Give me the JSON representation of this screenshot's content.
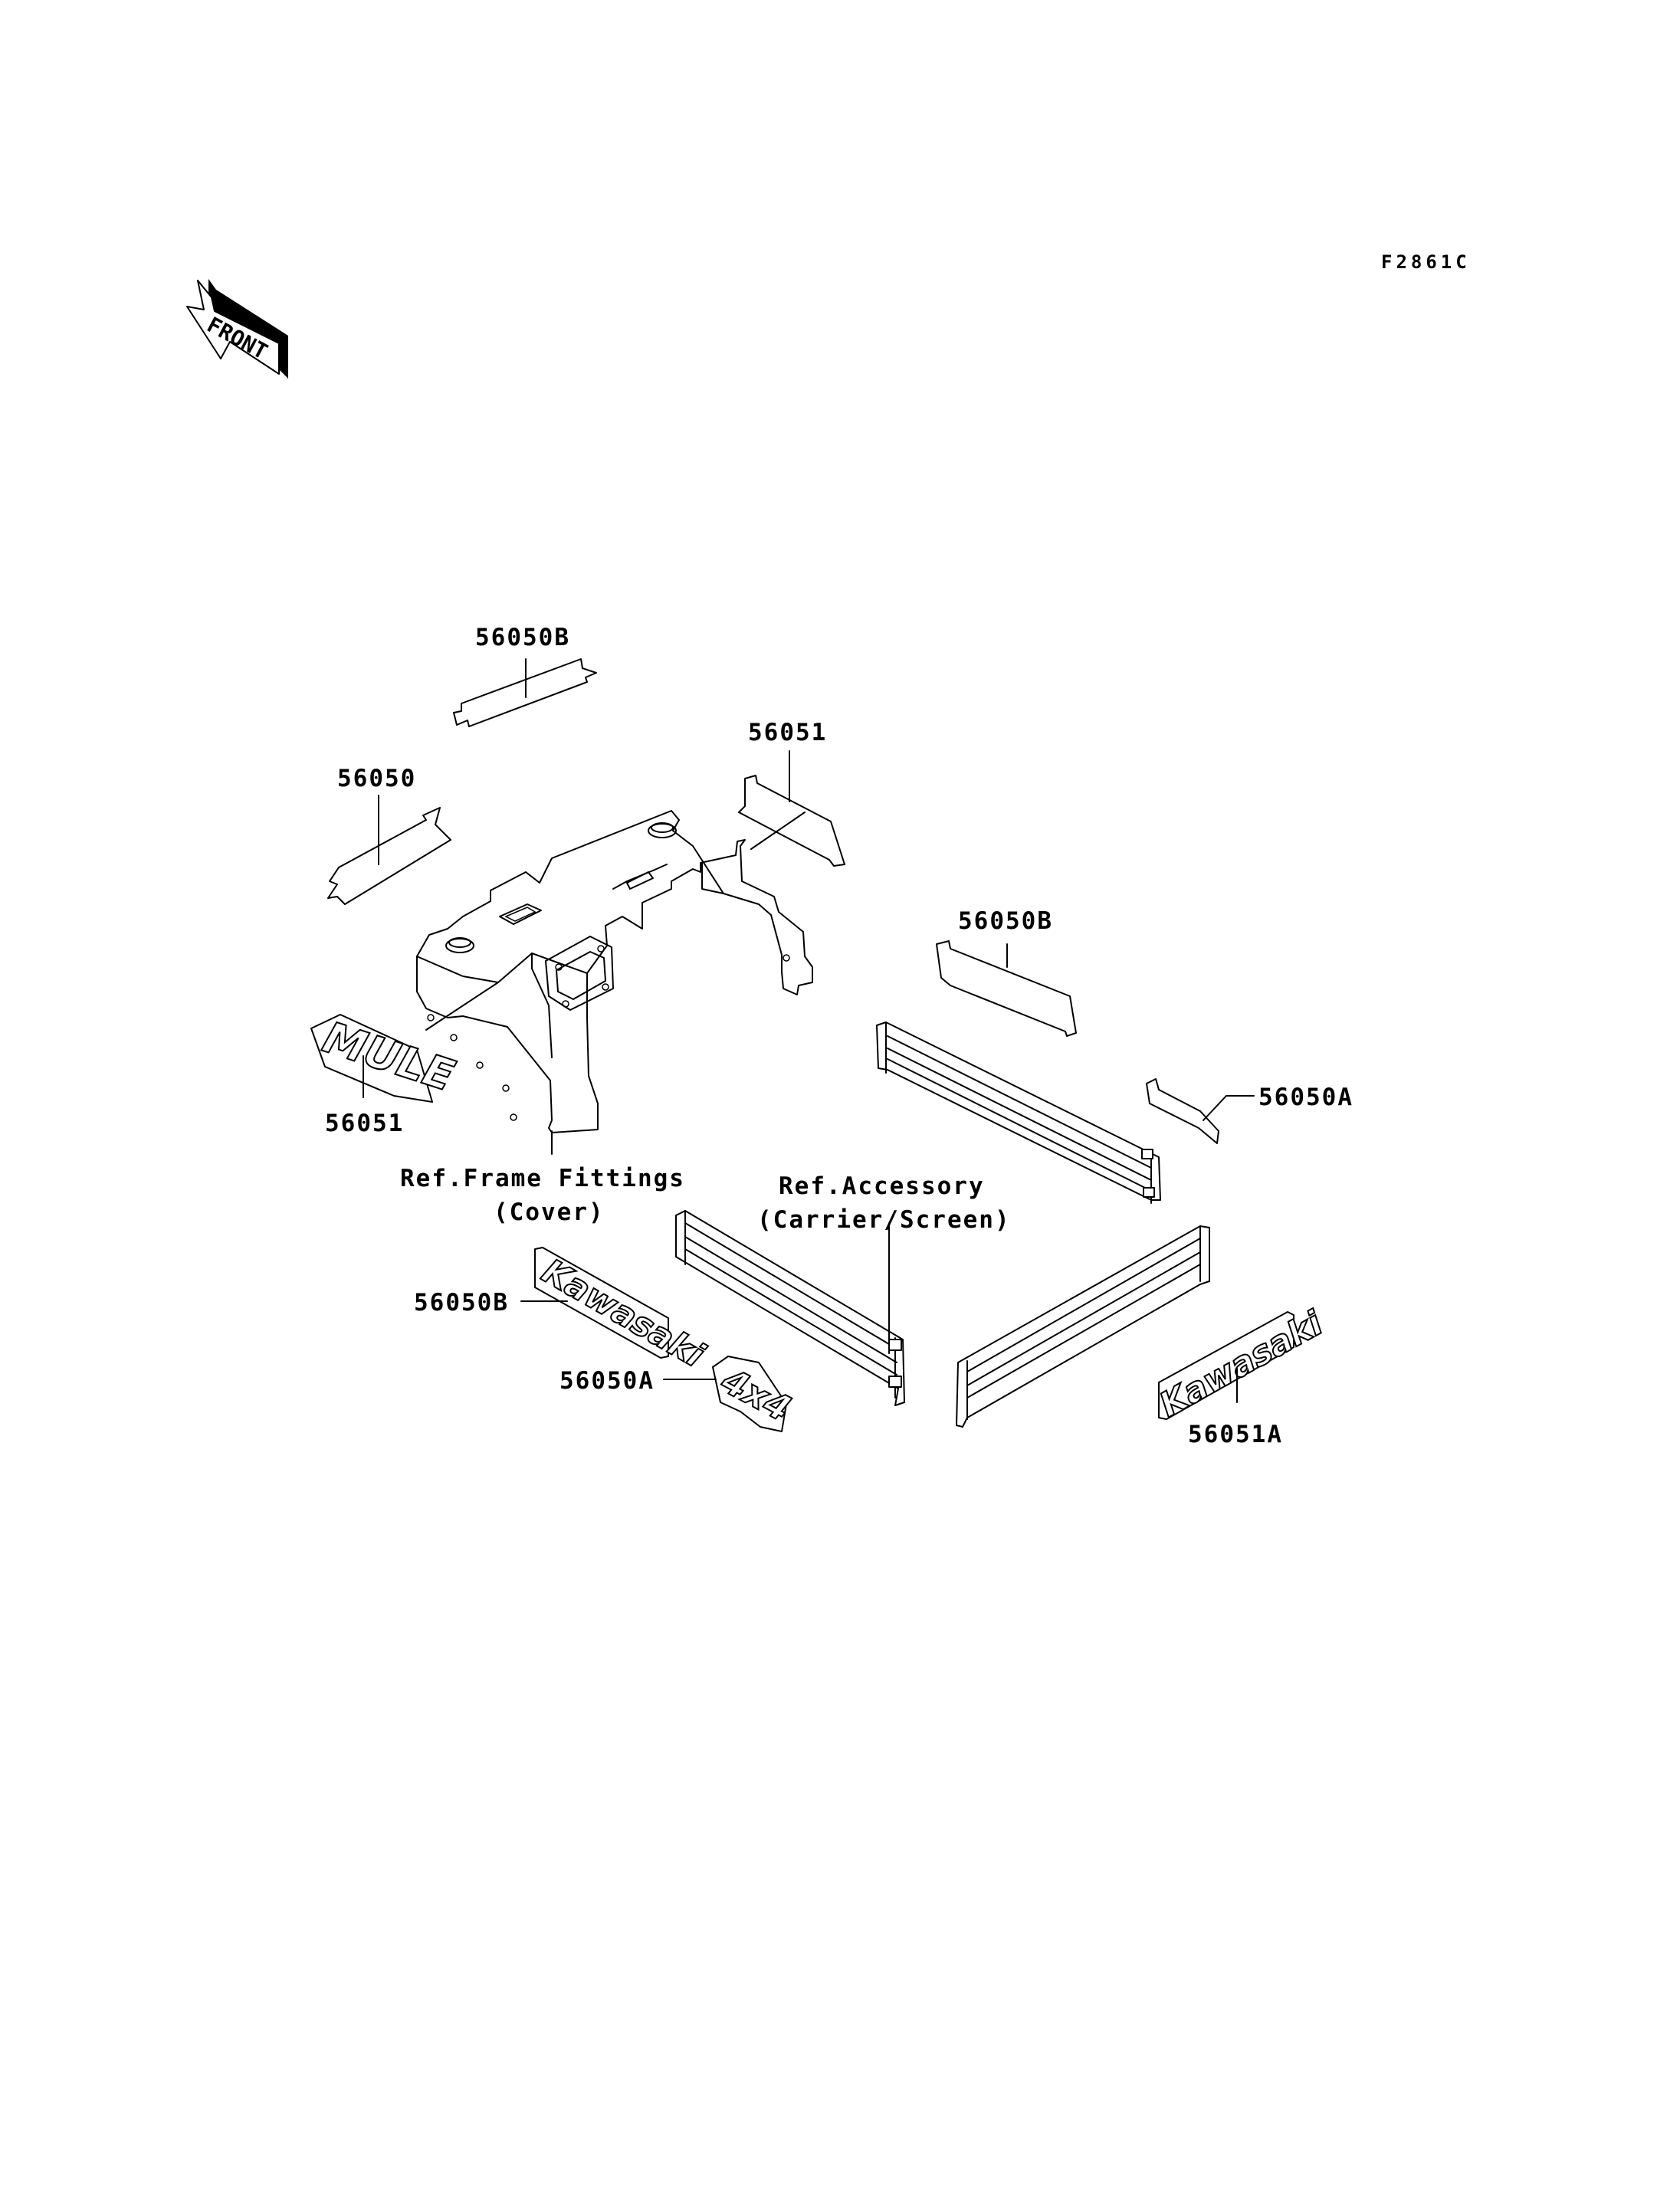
{
  "figure_code": "F2861C",
  "front_label": "FRONT",
  "callouts": {
    "c56050b_top": "56050B",
    "c56050": "56050",
    "c56051_top": "56051",
    "c56050b_right": "56050B",
    "c56050a_right": "56050A",
    "c56051_left": "56051",
    "c56050b_left": "56050B",
    "c56050a_left": "56050A",
    "c56051a": "56051A"
  },
  "references": {
    "frame_line1": "Ref.Frame Fittings",
    "frame_line2": "(Cover)",
    "accessory_line1": "Ref.Accessory",
    "accessory_line2": "(Carrier/Screen)"
  },
  "emblems": {
    "mule": "MULE",
    "kawasaki_left": "Kawasaki",
    "fourbyfour": "4x4",
    "kawasaki_right": "Kawasaki"
  },
  "icons": [
    "front-arrow-icon"
  ]
}
